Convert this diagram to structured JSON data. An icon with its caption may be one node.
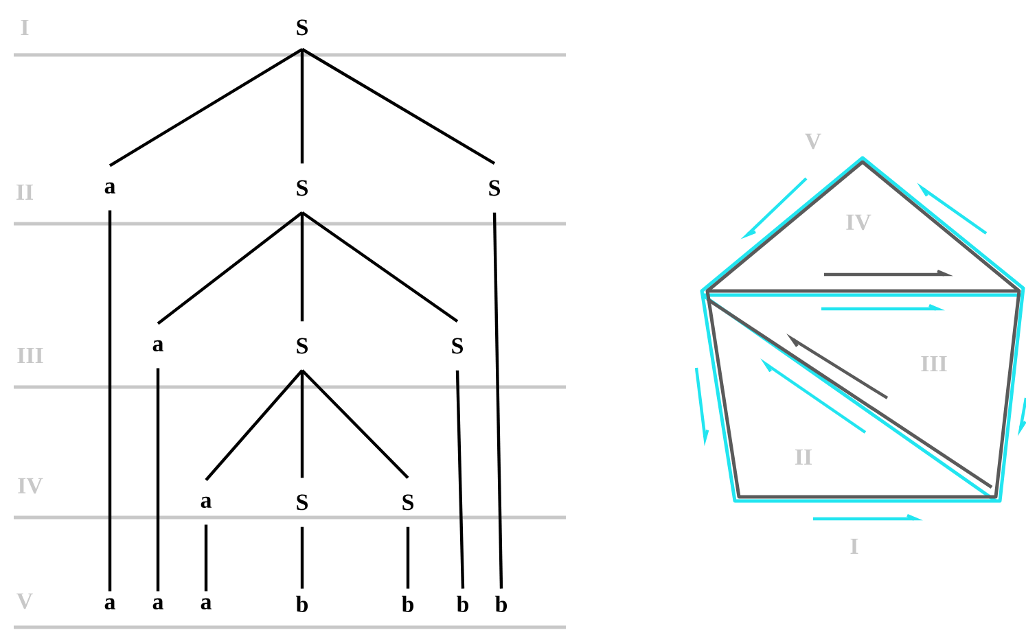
{
  "diagram": {
    "nodes": [
      {
        "text": [
          "S"
        ]
      },
      {
        "text": [
          "a"
        ]
      },
      {
        "text": [
          "S"
        ]
      },
      {
        "text": [
          "S"
        ]
      },
      {
        "text": [
          "a"
        ]
      },
      {
        "text": [
          "S"
        ]
      },
      {
        "text": [
          "S"
        ]
      },
      {
        "text": [
          "a"
        ]
      },
      {
        "text": [
          "S"
        ]
      },
      {
        "text": [
          "S"
        ]
      },
      {
        "text": [
          "a"
        ]
      },
      {
        "text": [
          "a"
        ]
      },
      {
        "text": [
          "a"
        ]
      },
      {
        "text": [
          "b"
        ]
      },
      {
        "text": [
          "b"
        ]
      },
      {
        "text": [
          "b"
        ]
      },
      {
        "text": [
          "b"
        ]
      }
    ],
    "edges": [
      {
        "from": 0,
        "to": 1,
        "arrow": "none"
      },
      {
        "from": 0,
        "to": 2,
        "arrow": "none"
      },
      {
        "from": 0,
        "to": 3,
        "arrow": "none"
      },
      {
        "from": 2,
        "to": 4,
        "arrow": "none"
      },
      {
        "from": 2,
        "to": 5,
        "arrow": "none"
      },
      {
        "from": 2,
        "to": 6,
        "arrow": "none"
      },
      {
        "from": 5,
        "to": 7,
        "arrow": "none"
      },
      {
        "from": 5,
        "to": 8,
        "arrow": "none"
      },
      {
        "from": 5,
        "to": 9,
        "arrow": "none"
      },
      {
        "from": 1,
        "to": 10,
        "arrow": "none"
      },
      {
        "from": 4,
        "to": 11,
        "arrow": "none"
      },
      {
        "from": 7,
        "to": 12,
        "arrow": "none"
      },
      {
        "from": 8,
        "to": 13,
        "arrow": "none"
      },
      {
        "from": 9,
        "to": 14,
        "arrow": "none"
      },
      {
        "from": 6,
        "to": 15,
        "arrow": "none"
      },
      {
        "from": 3,
        "to": 16,
        "arrow": "none"
      }
    ],
    "labels": [
      "I",
      "II",
      "III",
      "IV",
      "V",
      "V",
      "IV",
      "III",
      "II",
      "I"
    ]
  }
}
